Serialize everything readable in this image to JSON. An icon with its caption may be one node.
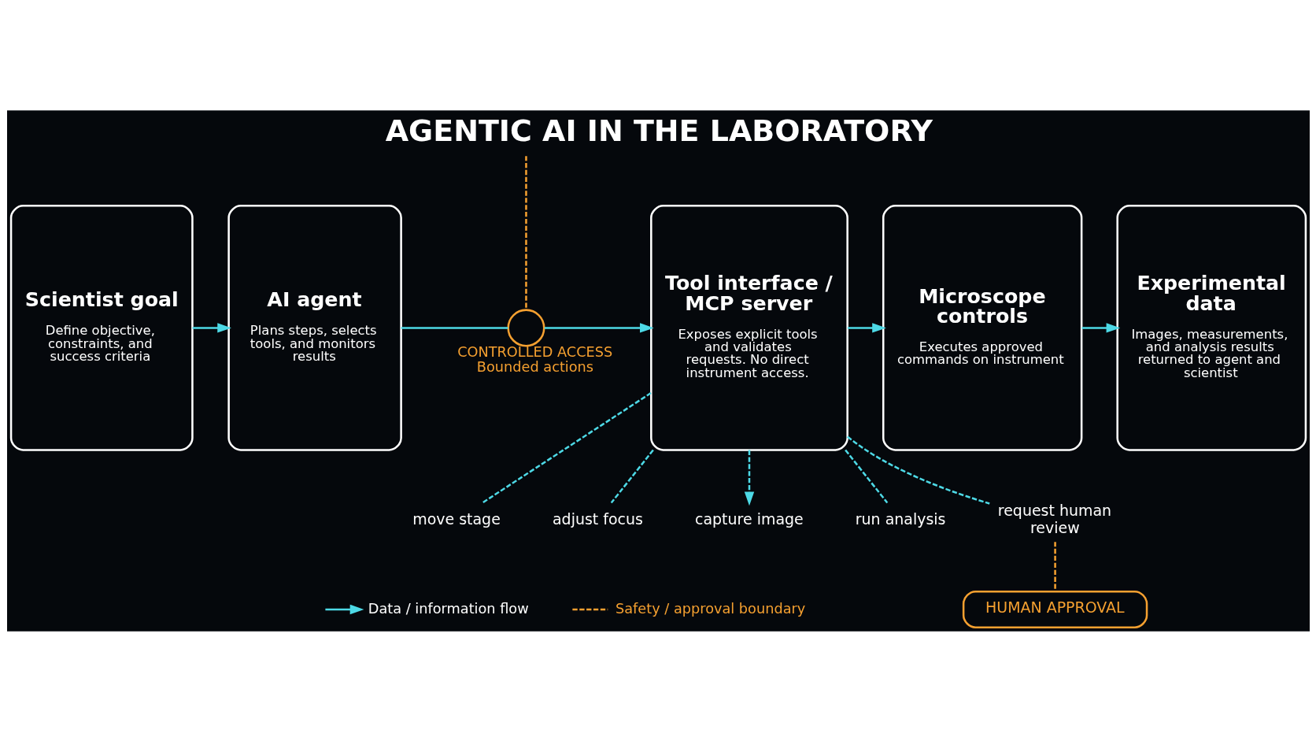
{
  "diagram": {
    "title": "AGENTIC AI IN THE LABORATORY",
    "nodes": [
      {
        "text": [
          "Scientist goal",
          "Define objective, constraints, and success criteria"
        ]
      },
      {
        "text": [
          "AI agent",
          "Plans steps, selects tools, and monitors results"
        ]
      },
      {
        "text": [],
        "shape": "circle",
        "beside": [
          "CONTROLLED ACCESS",
          "Bounded actions"
        ]
      },
      {
        "text": [
          "Tool interface / MCP server",
          "Exposes explicit tools and validates requests. No direct instrument access."
        ]
      },
      {
        "text": [
          "Microscope controls",
          "Executes approved commands on instrument"
        ]
      },
      {
        "text": [
          "Experimental data",
          "Images, measurements, and analysis results returned to agent and scientist"
        ]
      },
      {
        "text": [
          "move stage"
        ]
      },
      {
        "text": [
          "adjust focus"
        ]
      },
      {
        "text": [
          "capture image"
        ]
      },
      {
        "text": [
          "run analysis"
        ]
      },
      {
        "text": [
          "request human review"
        ]
      },
      {
        "text": [
          "HUMAN APPROVAL"
        ]
      }
    ],
    "edges": [
      {
        "from": 0,
        "to": 1,
        "arrow": "to"
      },
      {
        "from": 1,
        "to": 2,
        "arrow": "none"
      },
      {
        "from": 2,
        "to": 3,
        "arrow": "to"
      },
      {
        "from": 3,
        "to": 4,
        "arrow": "to"
      },
      {
        "from": 4,
        "to": 5,
        "arrow": "to"
      },
      {
        "from": null,
        "to": 2,
        "arrow": "none",
        "style": "dashed",
        "color": "#f5a030"
      },
      {
        "from": 3,
        "to": 6,
        "arrow": "none",
        "style": "dashed"
      },
      {
        "from": 3,
        "to": 7,
        "arrow": "none",
        "style": "dashed"
      },
      {
        "from": 3,
        "to": 8,
        "arrow": "to",
        "style": "dashed"
      },
      {
        "from": 3,
        "to": 9,
        "arrow": "none",
        "style": "dashed"
      },
      {
        "from": 3,
        "to": 10,
        "arrow": "none",
        "style": "dashed"
      },
      {
        "from": 10,
        "to": 11,
        "arrow": "none",
        "style": "dashed",
        "color": "#f5a030"
      }
    ],
    "legend": [
      {
        "text": "Data / information flow"
      },
      {
        "text": "Safety / approval boundary"
      }
    ]
  }
}
